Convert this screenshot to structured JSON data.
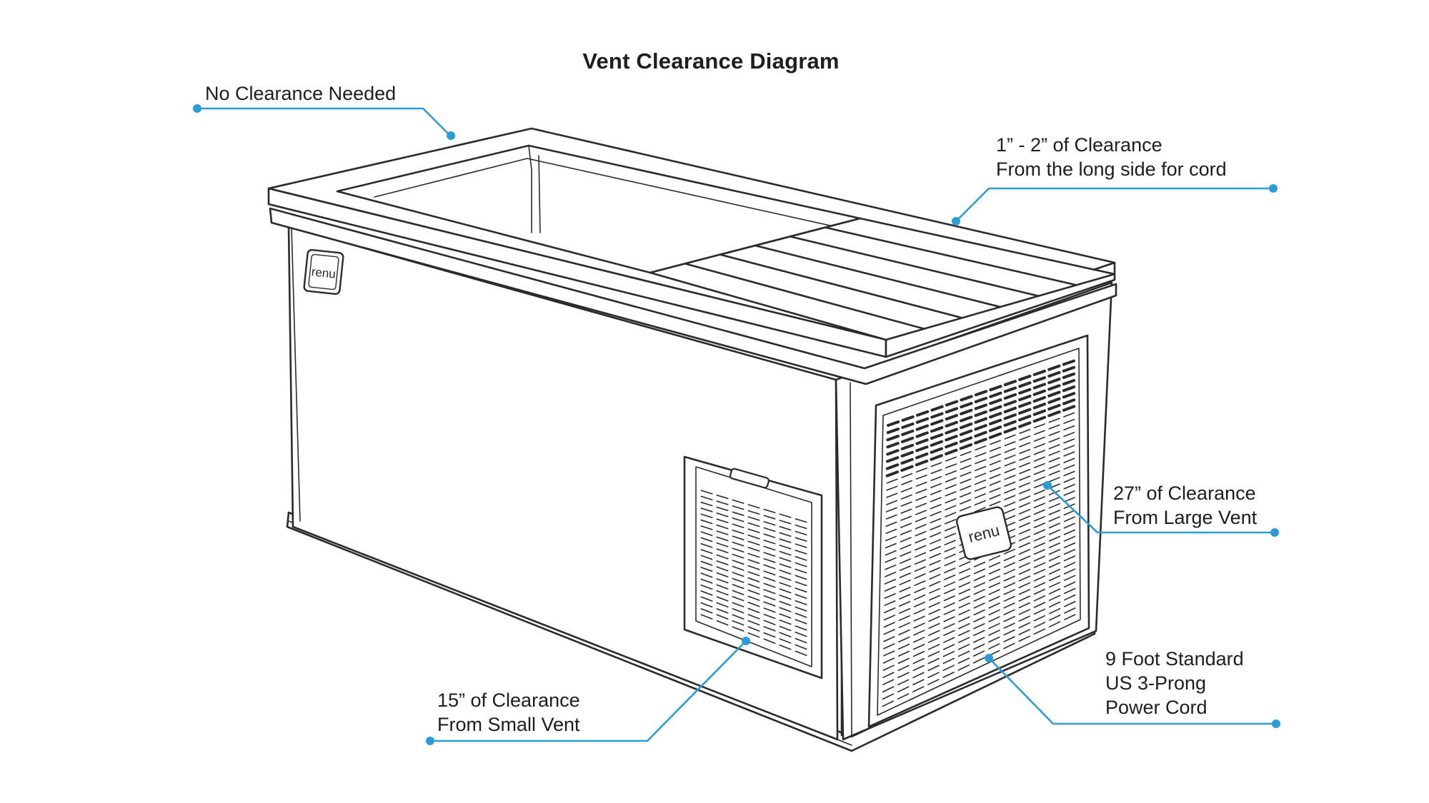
{
  "title": "Vent Clearance Diagram",
  "brand_logo": "renu",
  "accent_color": "#2d9bd6",
  "callouts": {
    "top": [
      "No Clearance Needed"
    ],
    "long_side": [
      "1” - 2” of Clearance",
      "From the long side for cord"
    ],
    "large_vent": [
      "27” of Clearance",
      "From Large Vent"
    ],
    "power_cord": [
      "9 Foot Standard",
      "US 3-Prong",
      "Power Cord"
    ],
    "small_vent": [
      "15” of Clearance",
      "From Small Vent"
    ]
  }
}
